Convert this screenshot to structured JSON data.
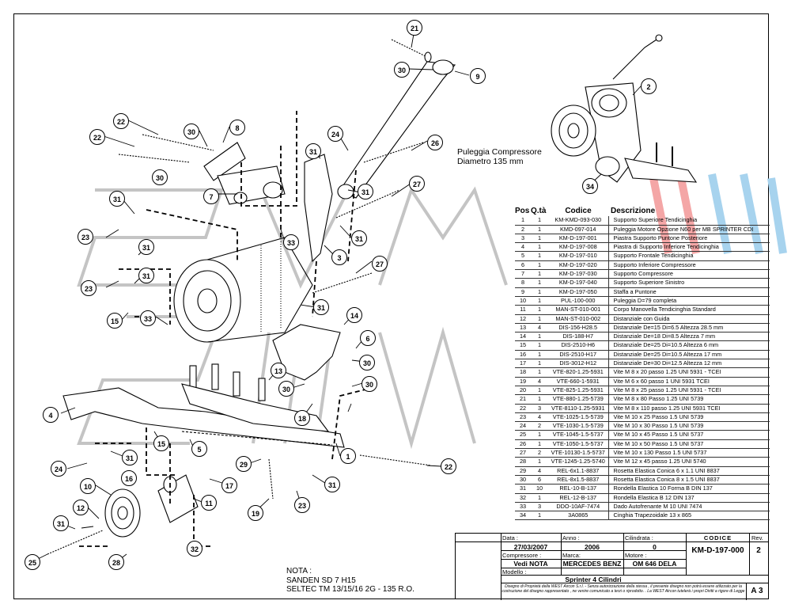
{
  "callouts": [
    {
      "n": "21"
    },
    {
      "n": "30"
    },
    {
      "n": "9"
    },
    {
      "n": "22"
    },
    {
      "n": "30"
    },
    {
      "n": "8"
    },
    {
      "n": "22"
    },
    {
      "n": "24"
    },
    {
      "n": "30"
    },
    {
      "n": "31"
    },
    {
      "n": "26"
    },
    {
      "n": "7"
    },
    {
      "n": "31"
    },
    {
      "n": "27"
    },
    {
      "n": "31"
    },
    {
      "n": "23"
    },
    {
      "n": "33"
    },
    {
      "n": "31"
    },
    {
      "n": "31"
    },
    {
      "n": "3"
    },
    {
      "n": "23"
    },
    {
      "n": "31"
    },
    {
      "n": "27"
    },
    {
      "n": "33"
    },
    {
      "n": "31"
    },
    {
      "n": "14"
    },
    {
      "n": "6"
    },
    {
      "n": "15"
    },
    {
      "n": "30"
    },
    {
      "n": "13"
    },
    {
      "n": "30"
    },
    {
      "n": "30"
    },
    {
      "n": "4"
    },
    {
      "n": "18"
    },
    {
      "n": "15"
    },
    {
      "n": "5"
    },
    {
      "n": "1"
    },
    {
      "n": "31"
    },
    {
      "n": "24"
    },
    {
      "n": "16"
    },
    {
      "n": "29"
    },
    {
      "n": "22"
    },
    {
      "n": "10"
    },
    {
      "n": "17"
    },
    {
      "n": "31"
    },
    {
      "n": "11"
    },
    {
      "n": "12"
    },
    {
      "n": "19"
    },
    {
      "n": "23"
    },
    {
      "n": "31"
    },
    {
      "n": "32"
    },
    {
      "n": "25"
    },
    {
      "n": "28"
    },
    {
      "n": "2"
    },
    {
      "n": "34"
    }
  ],
  "pulley_caption": {
    "line1": "Puleggia Compressore",
    "line2": "Diametro 135 mm"
  },
  "parts_table": {
    "headers": {
      "pos": "Pos",
      "qty": "Q.tà",
      "code": "Codice",
      "desc": "Descrizione"
    },
    "rows": [
      [
        "1",
        "1",
        "KM-KMD-093-030",
        "Supporto Superiore Tendicinghia"
      ],
      [
        "2",
        "1",
        "KMD-097-014",
        "Puleggia Motore Opzione N60 per MB SPRINTER CDI"
      ],
      [
        "3",
        "1",
        "KM-D-197-001",
        "Piastra Supporto Puntone Posteriore"
      ],
      [
        "4",
        "1",
        "KM-D-197-008",
        "Piastra di Supporto Inferiore Tendicinghia"
      ],
      [
        "5",
        "1",
        "KM-D-197-010",
        "Supporto Frontale Tendicinghia"
      ],
      [
        "6",
        "1",
        "KM-D-197-020",
        "Supporto Inferiore Compressore"
      ],
      [
        "7",
        "1",
        "KM-D-197-030",
        "Supporto Compressore"
      ],
      [
        "8",
        "1",
        "KM-D-197-040",
        "Supporto Superiore Sinistro"
      ],
      [
        "9",
        "1",
        "KM-D-197-050",
        "Staffa a Puntone"
      ],
      [
        "10",
        "1",
        "PUL-100-000",
        "Puleggia D=79 completa"
      ],
      [
        "11",
        "1",
        "MAN-ST-010-001",
        "Corpo Manovella Tendicinghia Standard"
      ],
      [
        "12",
        "1",
        "MAN-ST-010-002",
        "Distanziale con Guida"
      ],
      [
        "13",
        "4",
        "DIS-156-H28.5",
        "Distanziale De=15 Di=6.5 Altezza 28.5 mm"
      ],
      [
        "14",
        "1",
        "DIS-188-H7",
        "Distanziale De=18 Di=8.5 Altezza 7 mm"
      ],
      [
        "15",
        "1",
        "DIS-2510-H6",
        "Distanziale De=25 Di=10.5 Altezza 6 mm"
      ],
      [
        "16",
        "1",
        "DIS-2510-H17",
        "Distanziale De=25 Di=10.5 Altezza 17 mm"
      ],
      [
        "17",
        "1",
        "DIS-3012-H12",
        "Distanziale De=30 Di=12.5 Altezza 12 mm"
      ],
      [
        "18",
        "1",
        "VTE-820-1.25-5931",
        "Vite M 8 x 20 passo 1.25 UNI 5931 - TCEI"
      ],
      [
        "19",
        "4",
        "VTE-660-1-5931",
        "Vite M 6 x 60 passo 1 UNI 5931 TCEI"
      ],
      [
        "20",
        "1",
        "VTE-825-1.25-5931",
        "Vite M 8 x 25 passo 1.25 UNI 5931 - TCEI"
      ],
      [
        "21",
        "1",
        "VTE-880-1.25-5739",
        "Vite M 8 x 80 Passo 1.25 UNI 5739"
      ],
      [
        "22",
        "3",
        "VTE-8110-1.25-5931",
        "Vite M 8 x 110 passo 1.25 UNI 5931 TCEI"
      ],
      [
        "23",
        "4",
        "VTE-1025-1.5-5739",
        "Vite M 10 x 25 Passo 1.5 UNI 5739"
      ],
      [
        "24",
        "2",
        "VTE-1030-1.5-5739",
        "Vite M 10 x 30 Passo 1.5 UNI 5739"
      ],
      [
        "25",
        "1",
        "VTE-1045-1.5-5737",
        "Vite M 10 x 45 Passo 1.5 UNI 5737"
      ],
      [
        "26",
        "1",
        "VTE-1050-1.5-5737",
        "Vite M 10 x 50 Passo 1.5 UNI 5737"
      ],
      [
        "27",
        "2",
        "VTE-10130-1.5-5737",
        "Vite M 10 x 130 Passo 1.5 UNI 5737"
      ],
      [
        "28",
        "1",
        "VTE-1245-1.25-5740",
        "Vite M 12 x 45 passo 1.25 UNI 5740"
      ],
      [
        "29",
        "4",
        "REL-6x1.1-8837",
        "Rosetta Elastica Conica 6 x 1.1 UNI 8837"
      ],
      [
        "30",
        "6",
        "REL-8x1.5-8837",
        "Rosetta Elastica Conica 8 x 1.5 UNI 8837"
      ],
      [
        "31",
        "10",
        "REL-10-B-137",
        "Rondella Elastica 10 Forma B DIN 137"
      ],
      [
        "32",
        "1",
        "REL-12-B-137",
        "Rondella Elastica B 12 DIN 137"
      ],
      [
        "33",
        "3",
        "DDO-10AF-7474",
        "Dado Autofrenante M 10 UNI 7474"
      ],
      [
        "34",
        "1",
        "3A0865",
        "Cinghia Trapezoidale 13 x 865"
      ]
    ]
  },
  "note": {
    "line1": "NOTA :",
    "line2": "SANDEN SD 7 H15",
    "line3": "SELTEC TM 13/15/16 2G - 135 R.O."
  },
  "title_block": {
    "data_label": "Data :",
    "data": "27/03/2007",
    "anno_label": "Anno :",
    "anno": "2006",
    "cilindrata_label": "Cilindrata :",
    "cilindrata": "0",
    "codice_label": "CODICE",
    "codice": "KM-D-197-000",
    "rev_label": "Rev.",
    "rev": "2",
    "compressore_label": "Compressore :",
    "compressore": "Vedi NOTA",
    "marca_label": "Marca:",
    "marca": "MERCEDES BENZ",
    "motore_label": "Motore :",
    "motore": "OM 646 DELA",
    "modello_label": "Modello :",
    "modello": "Sprinter 4 Cilindri",
    "disclaimer": "Disegno di Proprietà della WEST Aircon S.r.l. - Senza autorizzazione della stessa , il presente disegno non potrà essere utilizzato per la costruzione del disegno rappresentato , ne venire comunicato a terzi o riprodotto. . La WEST Aircon tutelerà i propri Diritti a rigore di Legge",
    "sheet": "A 3"
  },
  "watermark_colors": {
    "red": "#f4a6a6",
    "blue": "#a7d3ee",
    "gray": "#bfbfbf"
  }
}
